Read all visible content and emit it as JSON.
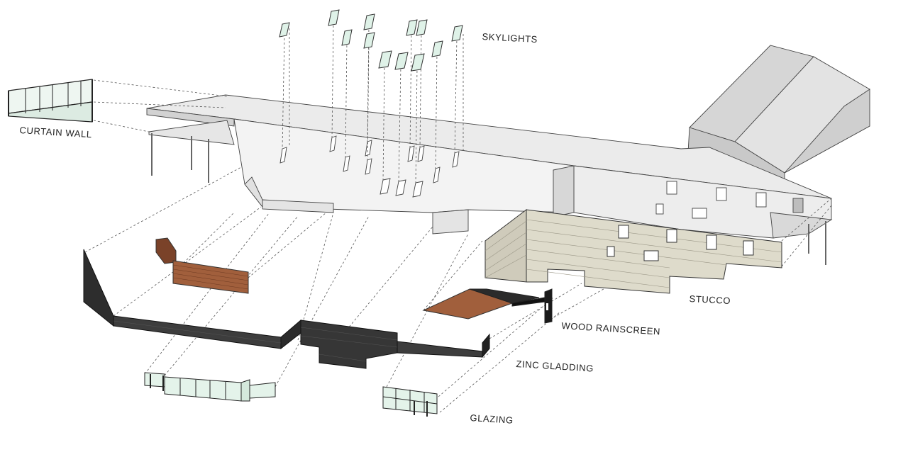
{
  "diagram": {
    "labels": {
      "skylights": "SKYLIGHTS",
      "curtain_wall": "CURTAIN WALL",
      "stucco": "STUCCO",
      "wood_rainscreen": "WOOD RAINSCREEN",
      "zinc_cladding": "ZINC GLADDING",
      "glazing": "GLAZING"
    },
    "colors": {
      "roof": "#e9e9e9",
      "wall_light": "#f2f2f2",
      "wall_mid": "#dcdcdc",
      "wall_dark": "#cfcfcf",
      "stucco": "#dcd9ca",
      "wood": "#9a5a3a",
      "zinc": "#3a3a3a",
      "glass": "#dff2e8",
      "line": "#444444"
    }
  }
}
